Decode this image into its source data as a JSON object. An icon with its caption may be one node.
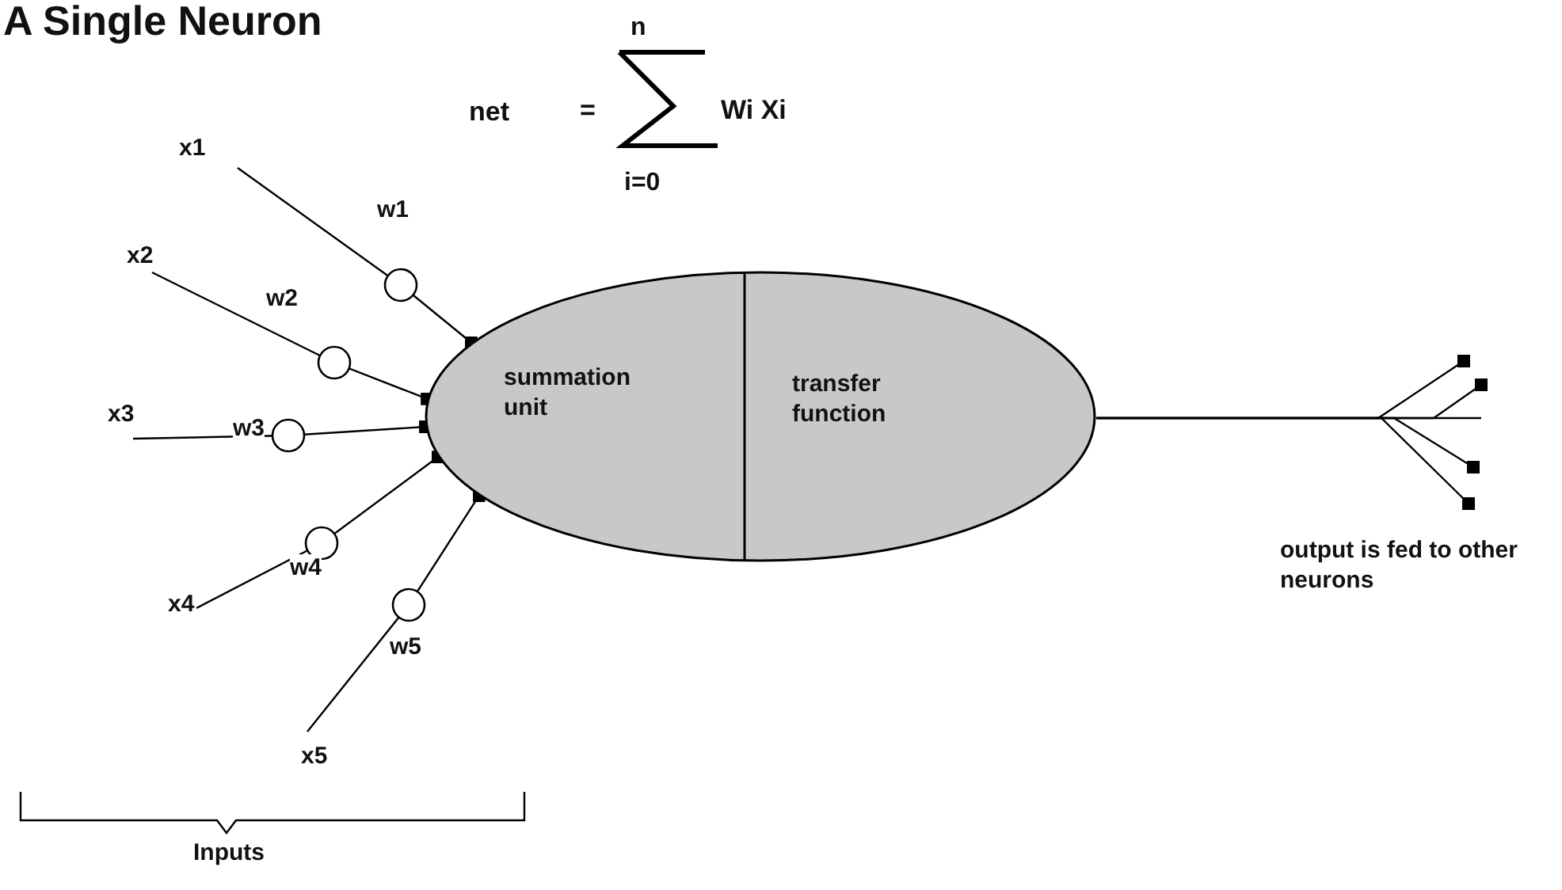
{
  "diagram": {
    "title": "A Single Neuron",
    "nodes": [
      {
        "text": [],
        "shape": "ellipse"
      },
      {
        "text": [
          "summation unit"
        ],
        "in": 0
      },
      {
        "text": [
          "transfer function"
        ],
        "in": 0
      },
      {
        "text": [
          "x1"
        ]
      },
      {
        "text": [
          "x2"
        ]
      },
      {
        "text": [
          "x3"
        ]
      },
      {
        "text": [
          "x4"
        ]
      },
      {
        "text": [
          "x5"
        ]
      }
    ],
    "edges": [
      {
        "from": 3,
        "to": 0,
        "arrow": "other",
        "label": "w1"
      },
      {
        "from": 4,
        "to": 0,
        "arrow": "other",
        "label": "w2"
      },
      {
        "from": 5,
        "to": 0,
        "arrow": "other",
        "label": "w3"
      },
      {
        "from": 6,
        "to": 0,
        "arrow": "other",
        "label": "w4"
      },
      {
        "from": 7,
        "to": 0,
        "arrow": "other",
        "label": "w5"
      },
      {
        "from": 0,
        "to": null,
        "arrow": "other"
      },
      {
        "from": 0,
        "to": null,
        "arrow": "other"
      },
      {
        "from": 0,
        "to": null,
        "arrow": "other"
      },
      {
        "from": 0,
        "to": null,
        "arrow": "other"
      }
    ],
    "labels": [
      "n",
      "net",
      "=",
      "Wi Xi",
      "i=0",
      "output is fed to other neurons",
      "Inputs"
    ]
  }
}
